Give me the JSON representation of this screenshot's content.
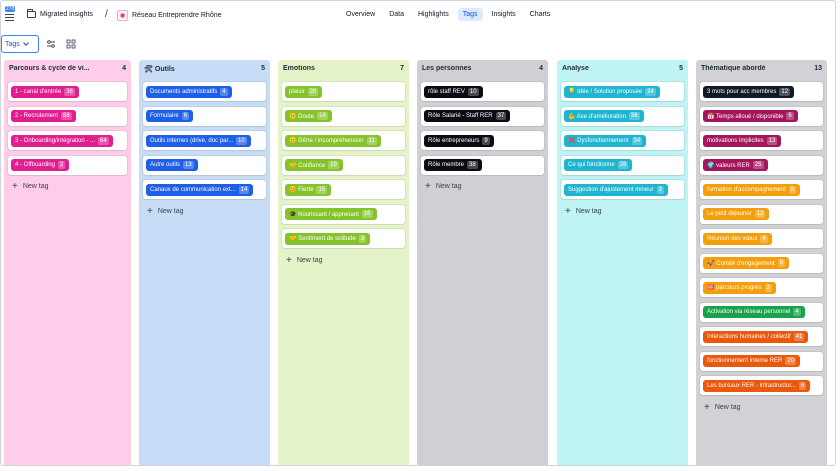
{
  "breadcrumb": {
    "badge": "278",
    "folder": "Migrated insights",
    "separator": "/",
    "project": "Réseau Entreprendre Rhône"
  },
  "nav": [
    "Overview",
    "Data",
    "Highlights",
    "Tags",
    "Insights",
    "Charts"
  ],
  "nav_active": "Tags",
  "toolbar": {
    "select_value": "Tags"
  },
  "new_tag_label": "New tag",
  "columns": [
    {
      "title": "Parcours & cycle de vi...",
      "count": "4",
      "bg": "#fecdea",
      "chip": "#e11d8f",
      "icon": "",
      "tags": [
        [
          "1 - canal d'entrée",
          "36"
        ],
        [
          "2 - Recrutement",
          "88"
        ],
        [
          "3 - Onboarding/intégration - ...",
          "64"
        ],
        [
          "4 - Offboarding",
          "2"
        ]
      ]
    },
    {
      "title": "Outils",
      "count": "5",
      "bg": "#c7dcf7",
      "chip": "#1d5fe8",
      "icon": "🛠",
      "tags": [
        [
          "Documents administratifs",
          "4"
        ],
        [
          "Formulaire",
          "6"
        ],
        [
          "Outils internes (drive, doc par...",
          "10"
        ],
        [
          "Autre outils",
          "13"
        ],
        [
          "Canaux de communication ext...",
          "14"
        ]
      ]
    },
    {
      "title": "Emotions",
      "count": "7",
      "bg": "#e5f4c8",
      "chip": "#84c32a",
      "icon": "",
      "tags": [
        [
          "plaisir",
          "20"
        ],
        [
          "😕 Doute",
          "14"
        ],
        [
          "😐 Gêne / incompréhension",
          "11"
        ],
        [
          "🤝 Confiance",
          "19"
        ],
        [
          "😊 Fierté",
          "15"
        ],
        [
          "🎓 Nourissant / apprenant",
          "16"
        ],
        [
          "🤝 Sentiment de solitude",
          "3"
        ]
      ]
    },
    {
      "title": "Les personnes",
      "count": "4",
      "bg": "#cfcfd4",
      "chip": "#0b0b14",
      "icon": "",
      "tags": [
        [
          "rôle staff REV",
          "10"
        ],
        [
          "Rôle Salarié - Staff RER",
          "37"
        ],
        [
          "Rôle entrepreneurs",
          "9"
        ],
        [
          "Rôle membre",
          "38"
        ]
      ]
    },
    {
      "title": "Analyse",
      "count": "5",
      "bg": "#bff3f4",
      "chip": "#1fb4d0",
      "icon": "",
      "tags": [
        [
          "💡 Idée / Solution proposée",
          "24"
        ],
        [
          "💪 Axe d'amélioration",
          "36"
        ],
        [
          "❌ Dysfonctionnement",
          "34"
        ],
        [
          "Ce qui fonctionne",
          "28"
        ],
        [
          "Suggestion d'ajustement mineur",
          "3"
        ]
      ]
    },
    {
      "title": "Thématique abordé",
      "count": "13",
      "bg": "#d1d1d6",
      "chip": "#111111",
      "icon": "",
      "tags": [
        [
          "3 mots pour acc membres",
          "12",
          "#111827"
        ],
        [
          "📅 Temps alloué / disponible",
          "6",
          "#a3165b"
        ],
        [
          "motivations implicites",
          "13",
          "#a3165b"
        ],
        [
          "🌍 valeurs RER",
          "25",
          "#a3165b"
        ],
        [
          "formation d'accompagnement",
          "8",
          "#f59e0b"
        ],
        [
          "Le petit déjeuner",
          "12",
          "#f59e0b"
        ],
        [
          "Réunion des vœux",
          "4",
          "#f59e0b"
        ],
        [
          "🚀 Comité d'engagement",
          "9",
          "#f59e0b"
        ],
        [
          "🎯 parcours progrès",
          "3",
          "#f59e0b"
        ],
        [
          "Activation via réseau personnel",
          "4",
          "#16a34a"
        ],
        [
          "Interactions humaines / collectif",
          "41",
          "#ea580c"
        ],
        [
          "fonctionnement interne RER",
          "20",
          "#ea580c"
        ],
        [
          "Les bureaux RER - infrastructur...",
          "6",
          "#ea580c"
        ]
      ]
    }
  ]
}
